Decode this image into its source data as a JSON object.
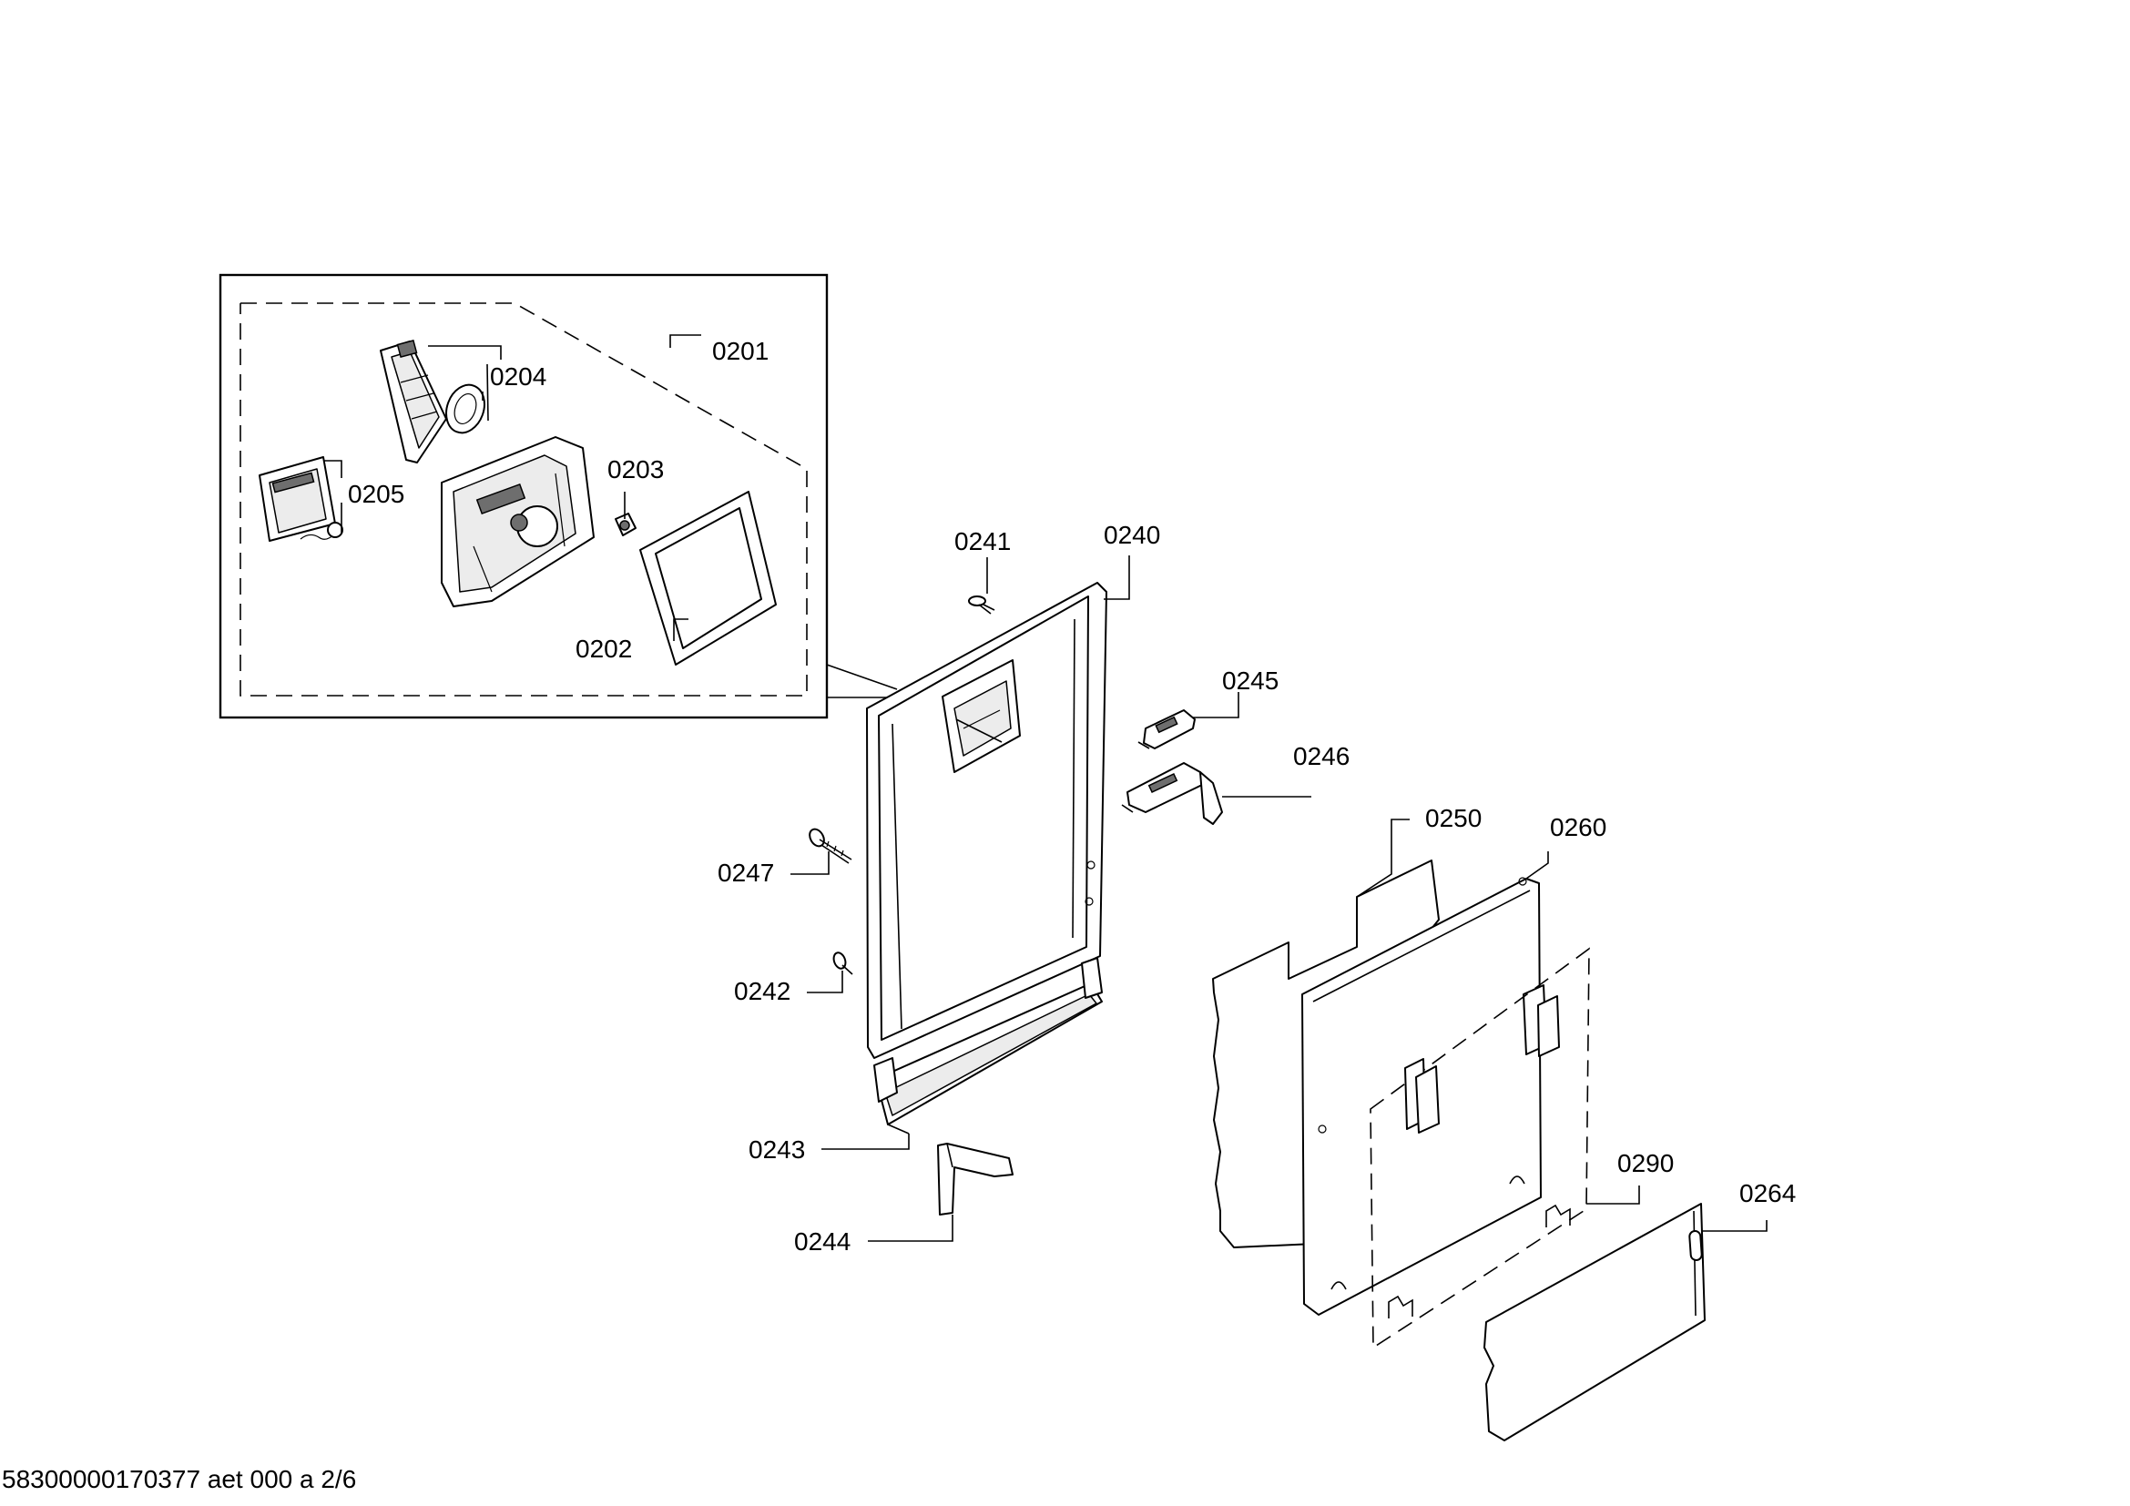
{
  "parts": {
    "p0201": "0201",
    "p0202": "0202",
    "p0203": "0203",
    "p0204": "0204",
    "p0205": "0205",
    "p0240": "0240",
    "p0241": "0241",
    "p0242": "0242",
    "p0243": "0243",
    "p0244": "0244",
    "p0245": "0245",
    "p0246": "0246",
    "p0247": "0247",
    "p0250": "0250",
    "p0260": "0260",
    "p0264": "0264",
    "p0290": "0290"
  },
  "footer": {
    "drawing_id": "58300000170377 aet 000 a 2/6"
  }
}
